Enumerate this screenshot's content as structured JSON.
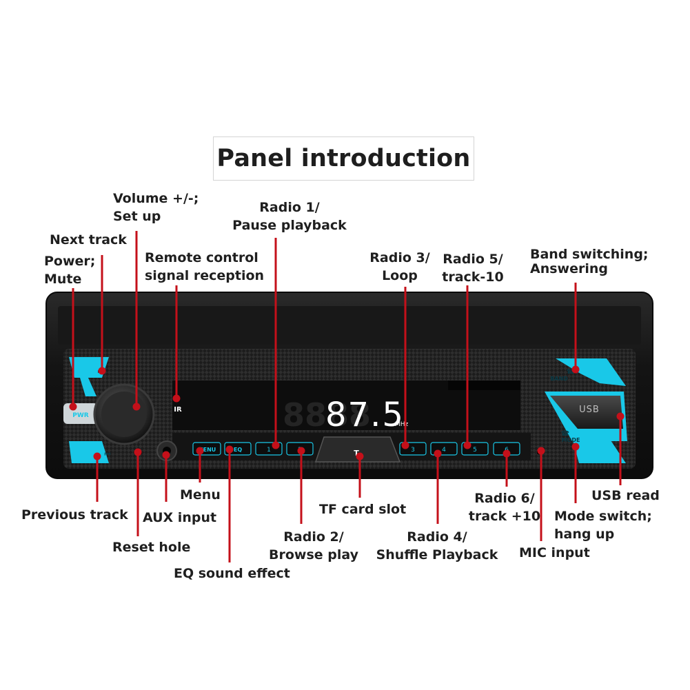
{
  "title": "Panel introduction",
  "panel": {
    "ir_label": "IR",
    "display_value": "87.5",
    "display_unit": "MHz",
    "ghost_digits": "8888",
    "band_label": "BAND",
    "mode_label": "MODE",
    "usb_label": "USB",
    "power_label": "PWR",
    "tf_slot_label": "T",
    "buttons": [
      "MENU",
      "EQ",
      "1",
      "2",
      "3",
      "4",
      "5",
      "6"
    ],
    "colors": {
      "accent": "#19c8e8",
      "body": "#151515",
      "carbon": "#262626",
      "leader": "#c4101a"
    }
  },
  "callouts": {
    "volume": "Volume +/-;\nSet up",
    "radio1": "Radio 1/\nPause playback",
    "next_track": "Next track",
    "power": "Power;\nMute",
    "remote": "Remote control\nsignal reception",
    "radio3": "Radio 3/\nLoop",
    "radio5": "Radio 5/\ntrack-10",
    "band": "Band switching;\nAnswering",
    "menu": "Menu",
    "aux": "AUX input",
    "previous_track": "Previous track",
    "reset": "Reset hole",
    "eq": "EQ sound effect",
    "tf_card": "TF card slot",
    "radio2": "Radio 2/\nBrowse play",
    "radio4": "Radio 4/\nShuffle Playback",
    "radio6": "Radio 6/\ntrack +10",
    "usb_read": "USB read",
    "mode_switch": "Mode switch;\nhang up",
    "mic": "MIC input"
  }
}
